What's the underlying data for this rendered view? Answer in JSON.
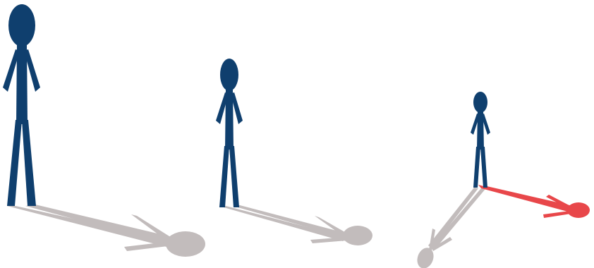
{
  "colors": {
    "figure": "#0f3f6e",
    "shadow": "#c2bcbc",
    "highlight_shadow": "#e8474a",
    "background": "#ffffff"
  },
  "figures": [
    {
      "id": "large",
      "relative_height": 1.0,
      "shadows": [
        "long-right"
      ]
    },
    {
      "id": "medium",
      "relative_height": 0.72,
      "shadows": [
        "long-right"
      ]
    },
    {
      "id": "small",
      "relative_height": 0.47,
      "shadows": [
        "down-left",
        "right-highlighted"
      ]
    }
  ]
}
